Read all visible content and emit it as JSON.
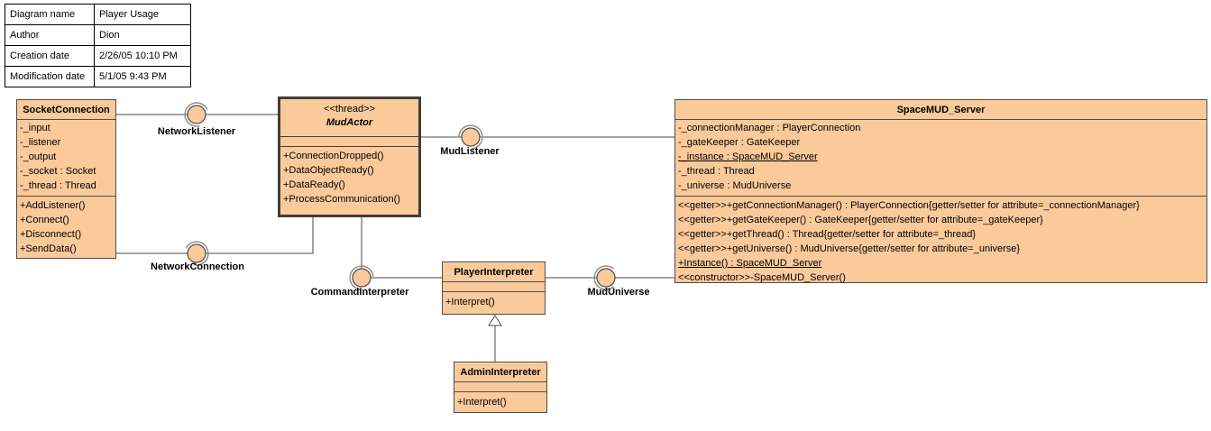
{
  "colors": {
    "class_fill": "#FBCA9B",
    "class_border": "#4D4D4D",
    "active_class_border": "#3F3F3F",
    "connector_line": "#4A4A4A",
    "socket_arc": "#8F8F8F",
    "table_border": "#000000"
  },
  "info_table": {
    "rows": [
      {
        "label": "Diagram name",
        "value": "Player Usage"
      },
      {
        "label": "Author",
        "value": "Dion"
      },
      {
        "label": "Creation date",
        "value": "2/26/05 10:10 PM"
      },
      {
        "label": "Modification date",
        "value": "5/1/05 9:43 PM"
      }
    ]
  },
  "classes": {
    "socket_connection": {
      "name": "SocketConnection",
      "attributes": [
        "-_input",
        "-_listener",
        "-_output",
        "-_socket : Socket",
        "-_thread : Thread"
      ],
      "methods": [
        "+AddListener()",
        "+Connect()",
        "+Disconnect()",
        "+SendData()"
      ]
    },
    "mud_actor": {
      "stereotype": "<<thread>>",
      "name": "MudActor",
      "attributes": [],
      "methods": [
        "+ConnectionDropped()",
        "+DataObjectReady()",
        "+DataReady()",
        "+ProcessCommunication()"
      ]
    },
    "spacemud_server": {
      "name": "SpaceMUD_Server",
      "attributes": [
        "-_connectionManager : PlayerConnection",
        "-_gateKeeper : GateKeeper",
        "-_instance : SpaceMUD_Server",
        "-_thread : Thread",
        "-_universe : MudUniverse"
      ],
      "methods": [
        "<<getter>>+getConnectionManager() : PlayerConnection{getter/setter for attribute=_connectionManager}",
        "<<getter>>+getGateKeeper() : GateKeeper{getter/setter for attribute=_gateKeeper}",
        "<<getter>>+getThread() : Thread{getter/setter for attribute=_thread}",
        "<<getter>>+getUniverse() : MudUniverse{getter/setter for attribute=_universe}",
        "+Instance() : SpaceMUD_Server",
        "<<constructor>>-SpaceMUD_Server()"
      ]
    },
    "player_interpreter": {
      "name": "PlayerInterpreter",
      "attributes": [],
      "methods": [
        "+Interpret()"
      ]
    },
    "admin_interpreter": {
      "name": "AdminInterpreter",
      "attributes": [],
      "methods": [
        "+Interpret()"
      ]
    }
  },
  "connectors": {
    "network_listener": {
      "label": "NetworkListener"
    },
    "mud_listener": {
      "label": "MudListener"
    },
    "network_connection": {
      "label": "NetworkConnection"
    },
    "command_interpreter": {
      "label": "CommandInterpreter"
    },
    "mud_universe": {
      "label": "MudUniverse"
    }
  }
}
